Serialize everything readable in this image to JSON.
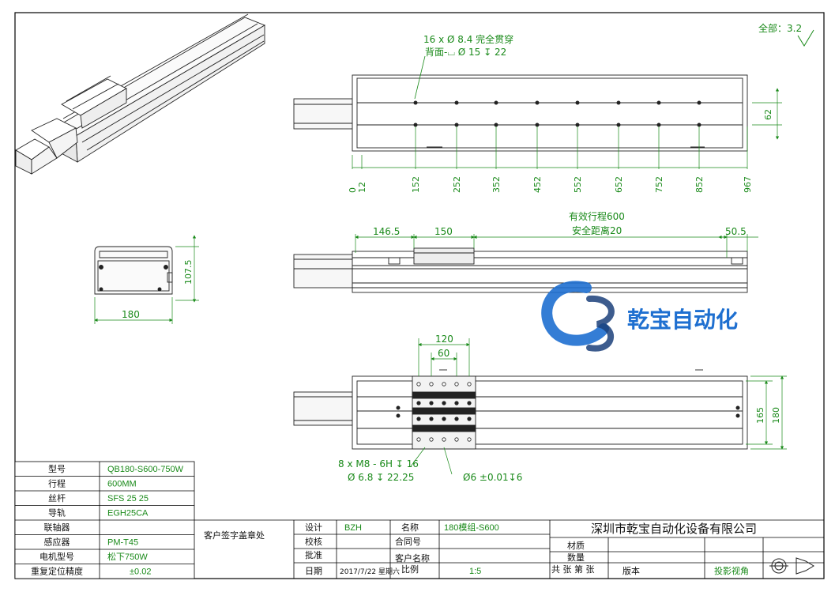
{
  "colors": {
    "dimension": "#1a8a1a",
    "outline": "#222222",
    "brand": "#1e6fd0",
    "border": "#000000"
  },
  "surface_finish": "全部：3.2",
  "top_view": {
    "hole_note_line1": "16 x Ø 8.4 完全贯穿",
    "hole_note_line2": "背面-⌴ Ø 15 ↧ 22",
    "x_positions": [
      "0",
      "12",
      "152",
      "252",
      "352",
      "452",
      "552",
      "652",
      "752",
      "852",
      "967"
    ],
    "height_dim": "62"
  },
  "side_view": {
    "stroke_label": "有效行程600",
    "safety_label": "安全距离20",
    "dim_left": "146.5",
    "dim_carriage": "150",
    "dim_right": "50.5"
  },
  "end_view": {
    "width_dim": "180",
    "height_dim": "107.5"
  },
  "bottom_view": {
    "dim_120": "120",
    "dim_60": "60",
    "dim_165": "165",
    "dim_180": "180",
    "thread_note_line1": "8 x  M8 - 6H ↧ 16",
    "thread_note_line2": "Ø 6.8 ↧ 22.25",
    "pin_note": "Ø6 ±0.01↧6"
  },
  "watermark": {
    "text": "乾宝自动化"
  },
  "spec_table": [
    {
      "label": "型号",
      "value": "QB180-S600-750W"
    },
    {
      "label": "行程",
      "value": "600MM"
    },
    {
      "label": "丝杆",
      "value": "SFS 25 25"
    },
    {
      "label": "导轨",
      "value": "EGH25CA"
    },
    {
      "label": "联轴器",
      "value": ""
    },
    {
      "label": "感应器",
      "value": "PM-T45"
    },
    {
      "label": "电机型号",
      "value": "松下750W"
    },
    {
      "label": "重复定位精度",
      "value": "±0.02"
    }
  ],
  "title_block": {
    "customer_sign": "客户签字盖章处",
    "design_label": "设计",
    "design_value": "BZH",
    "check_label": "校核",
    "approve_label": "批准",
    "date_label": "日期",
    "date_value": "2017/7/22 星期六",
    "name_label": "名称",
    "name_value": "180模组-S600",
    "contract_label": "合同号",
    "customer_name_label": "客户名称",
    "scale_label": "比例",
    "scale_value": "1:5",
    "company": "深圳市乾宝自动化设备有限公司",
    "material_label": "材质",
    "quantity_label": "数量",
    "sheets_label": "共 张 第 张",
    "version_label": "版本",
    "projection_label": "投影视角"
  }
}
